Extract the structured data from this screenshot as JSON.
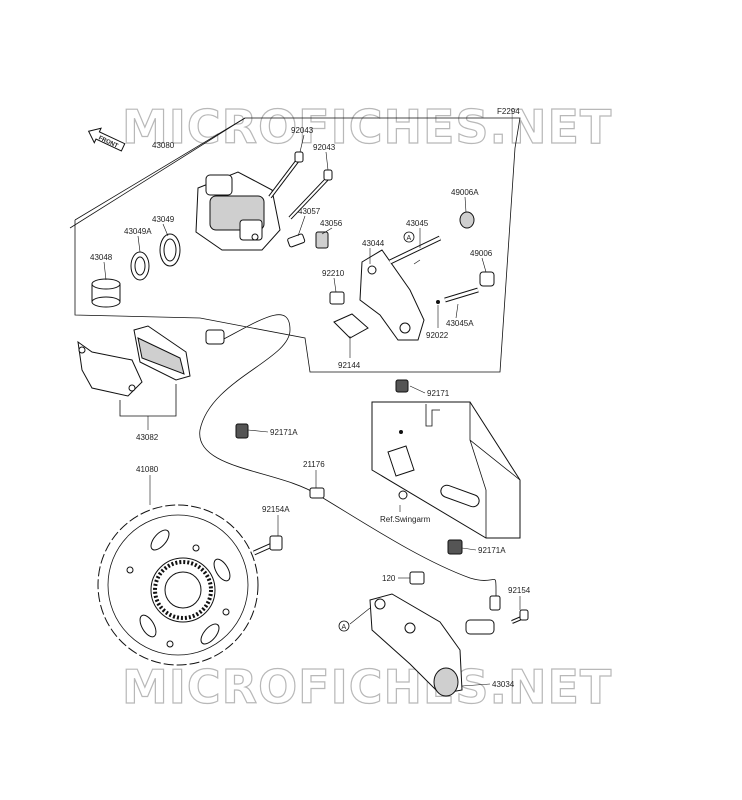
{
  "watermark": "MICROFICHES.NET",
  "figure_code": "F2294",
  "front_label": "FRONT",
  "callouts": {
    "c43080": "43080",
    "c92043a": "92043",
    "c92043b": "92043",
    "c43057": "43057",
    "c43056": "43056",
    "c43045": "43045",
    "c49006A": "49006A",
    "c49006": "49006",
    "c43044": "43044",
    "c43049": "43049",
    "c43049A": "43049A",
    "c43048": "43048",
    "c92210": "92210",
    "c43045A": "43045A",
    "c92022": "92022",
    "c92144": "92144",
    "c43082": "43082",
    "c92171": "92171",
    "c92171A_a": "92171A",
    "c21176": "21176",
    "c41080": "41080",
    "c92154A": "92154A",
    "c92171A_b": "92171A",
    "c120": "120",
    "c92154": "92154",
    "c43034": "43034",
    "ref_swingarm": "Ref.Swingarm",
    "marker_a1": "A",
    "marker_a2": "A"
  }
}
